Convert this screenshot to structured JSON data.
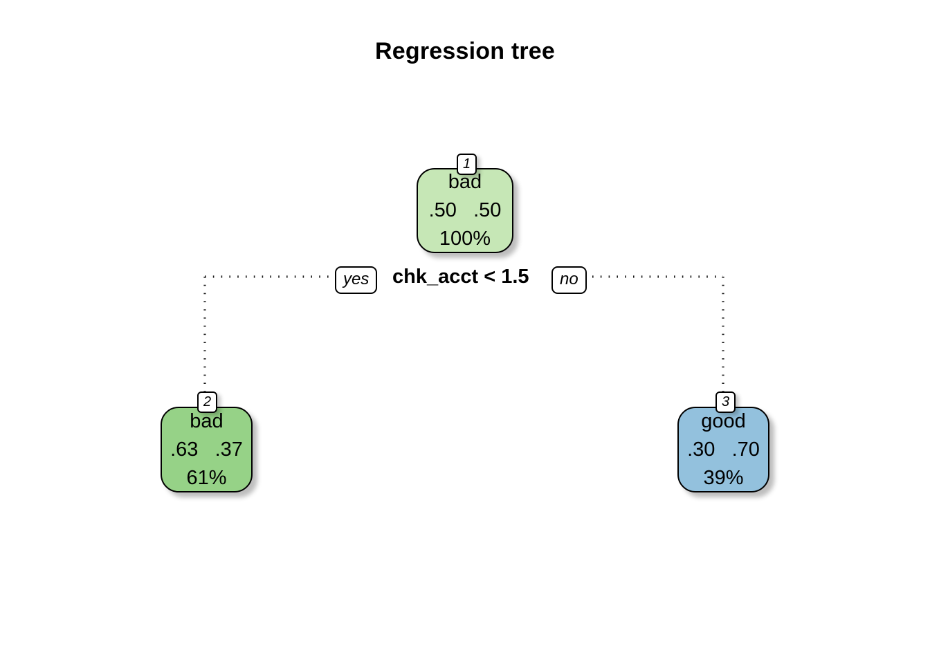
{
  "title": "Regression tree",
  "palette": {
    "background": "#ffffff",
    "node_border": "#000000",
    "text": "#000000",
    "edge": "#1a1a1a",
    "root_fill": "#c6e7b6",
    "node2_fill": "#96d287",
    "node3_fill": "#93c1dd"
  },
  "chart_data": {
    "type": "tree",
    "title": "Regression tree",
    "node_count": 3,
    "depth": 2,
    "class_labels": [
      "bad",
      "good"
    ],
    "nodes": [
      {
        "id": "1",
        "class": "bad",
        "prob_left": ".50",
        "prob_right": ".50",
        "probs": ".50   .50",
        "percent": "100%",
        "fill": "#c6e7b6",
        "role": "root"
      },
      {
        "id": "2",
        "class": "bad",
        "prob_left": ".63",
        "prob_right": ".37",
        "probs": ".63   .37",
        "percent": "61%",
        "fill": "#96d287",
        "role": "leaf-yes"
      },
      {
        "id": "3",
        "class": "good",
        "prob_left": ".30",
        "prob_right": ".70",
        "probs": ".30   .70",
        "percent": "39%",
        "fill": "#93c1dd",
        "role": "leaf-no"
      }
    ],
    "splits": [
      {
        "parent": "1",
        "condition": "chk_acct < 1.5",
        "yes_label": "yes",
        "no_label": "no",
        "yes_child": "2",
        "no_child": "3"
      }
    ]
  }
}
